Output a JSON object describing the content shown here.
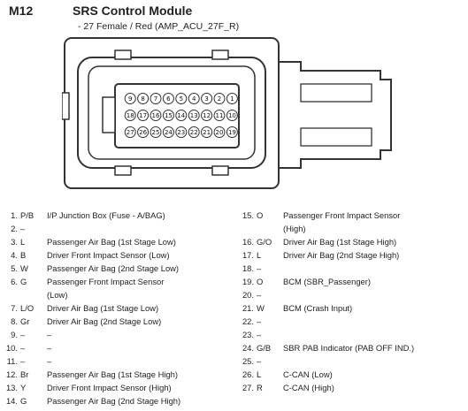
{
  "header": {
    "code": "M12",
    "title": "SRS Control Module",
    "subtitle": "- 27 Female / Red (AMP_ACU_27F_R)"
  },
  "connector": {
    "row1": [
      "9",
      "8",
      "7",
      "6",
      "5",
      "4",
      "3",
      "2",
      "1"
    ],
    "row2": [
      "18",
      "17",
      "16",
      "15",
      "14",
      "13",
      "12",
      "11",
      "10"
    ],
    "row3": [
      "27",
      "26",
      "25",
      "24",
      "23",
      "22",
      "21",
      "20",
      "19"
    ]
  },
  "pins_left": [
    {
      "num": "1.",
      "color": "P/B",
      "desc": "I/P Junction Box (Fuse - A/BAG)"
    },
    {
      "num": "2.",
      "color": "–",
      "desc": ""
    },
    {
      "num": "3.",
      "color": "L",
      "desc": "Passenger Air Bag (1st Stage Low)"
    },
    {
      "num": "4.",
      "color": "B",
      "desc": "Driver Front Impact Sensor (Low)"
    },
    {
      "num": "5.",
      "color": "W",
      "desc": "Passenger Air Bag (2nd Stage Low)"
    },
    {
      "num": "6.",
      "color": "G",
      "desc": "Passenger Front Impact Sensor"
    },
    {
      "num": "",
      "color": "",
      "desc": "(Low)"
    },
    {
      "num": "7.",
      "color": "L/O",
      "desc": "Driver Air Bag (1st Stage Low)"
    },
    {
      "num": "8.",
      "color": "Gr",
      "desc": "Driver Air Bag (2nd Stage Low)"
    },
    {
      "num": "9.",
      "color": "–",
      "desc": "–"
    },
    {
      "num": "10.",
      "color": "–",
      "desc": "–"
    },
    {
      "num": "11.",
      "color": "–",
      "desc": "–"
    },
    {
      "num": "12.",
      "color": "Br",
      "desc": "Passenger Air Bag (1st Stage High)"
    },
    {
      "num": "13.",
      "color": "Y",
      "desc": "Driver Front Impact Sensor (High)"
    },
    {
      "num": "14.",
      "color": "G",
      "desc": "Passenger Air Bag (2nd Stage High)"
    }
  ],
  "pins_right": [
    {
      "num": "15.",
      "color": "O",
      "desc": "Passenger Front Impact Sensor"
    },
    {
      "num": "",
      "color": "",
      "desc": "(High)"
    },
    {
      "num": "16.",
      "color": "G/O",
      "desc": "Driver Air Bag (1st Stage High)"
    },
    {
      "num": "17.",
      "color": "L",
      "desc": "Driver Air Bag (2nd Stage High)"
    },
    {
      "num": "18.",
      "color": "–",
      "desc": ""
    },
    {
      "num": "19.",
      "color": "O",
      "desc": "BCM (SBR_Passenger)"
    },
    {
      "num": "20.",
      "color": "–",
      "desc": ""
    },
    {
      "num": "21.",
      "color": "W",
      "desc": "BCM (Crash Input)"
    },
    {
      "num": "22.",
      "color": "–",
      "desc": ""
    },
    {
      "num": "23.",
      "color": "–",
      "desc": ""
    },
    {
      "num": "24.",
      "color": "G/B",
      "desc": "SBR PAB Indicator (PAB OFF IND.)"
    },
    {
      "num": "25.",
      "color": "–",
      "desc": ""
    },
    {
      "num": "26.",
      "color": "L",
      "desc": "C-CAN (Low)"
    },
    {
      "num": "27.",
      "color": "R",
      "desc": "C-CAN (High)"
    }
  ]
}
